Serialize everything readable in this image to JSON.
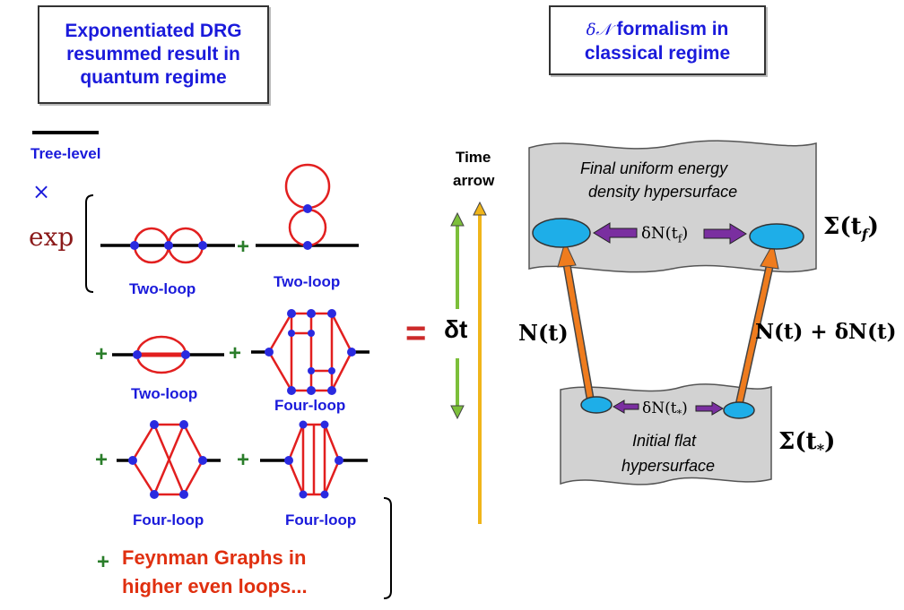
{
  "left_header": {
    "lines": [
      "Exponentiated DRG",
      "resummed result in",
      "quantum regime"
    ]
  },
  "right_header": {
    "symbol": "δ𝒩",
    "line1_rest": " formalism in",
    "line2": "classical regime"
  },
  "tree_level": "Tree-level",
  "times": "×",
  "exp": "exp",
  "plus": "+",
  "equals": "=",
  "diagrams": {
    "d1": "Two-loop",
    "d2": "Two-loop",
    "d3": "Two-loop",
    "d4": "Four-loop",
    "d5": "Four-loop",
    "d6": "Four-loop"
  },
  "feynman_note": {
    "line1": "Feynman Graphs in",
    "line2": "higher even loops..."
  },
  "time_arrow": {
    "line1": "Time",
    "line2": "arrow"
  },
  "delta_t": "δt",
  "final_surface": {
    "line1": "Final  uniform energy",
    "line2": "density hypersurface"
  },
  "initial_surface": {
    "line1": "Initial flat",
    "line2": "hypersurface"
  },
  "dN_tf": "δN(t",
  "dN_tf_sub": "f",
  "dN_ts": "δN(t",
  "dN_ts_sub": "*",
  "close_paren": ")",
  "N_t": "N(t)",
  "N_t_plus": "N(t) + δN(t)",
  "sigma_tf": "Σ(t",
  "sigma_tf_sub": "f",
  "sigma_ts": "Σ(t",
  "sigma_ts_sub": "*",
  "colors": {
    "header_text": "#1a1adb",
    "diagram_red": "#e21f1f",
    "vertex_blue": "#2a2ae0",
    "plus_green": "#2a7d2a",
    "note_red": "#e03010",
    "equals_red": "#cc2a2a",
    "surface_gray": "#d2d2d2",
    "blob_cyan": "#1eaee8",
    "arrow_purple": "#7a2fa0",
    "arrow_orange": "#ef7c1e",
    "arrow_green": "#7cbf3a",
    "arrow_yellow": "#f0b51a"
  }
}
